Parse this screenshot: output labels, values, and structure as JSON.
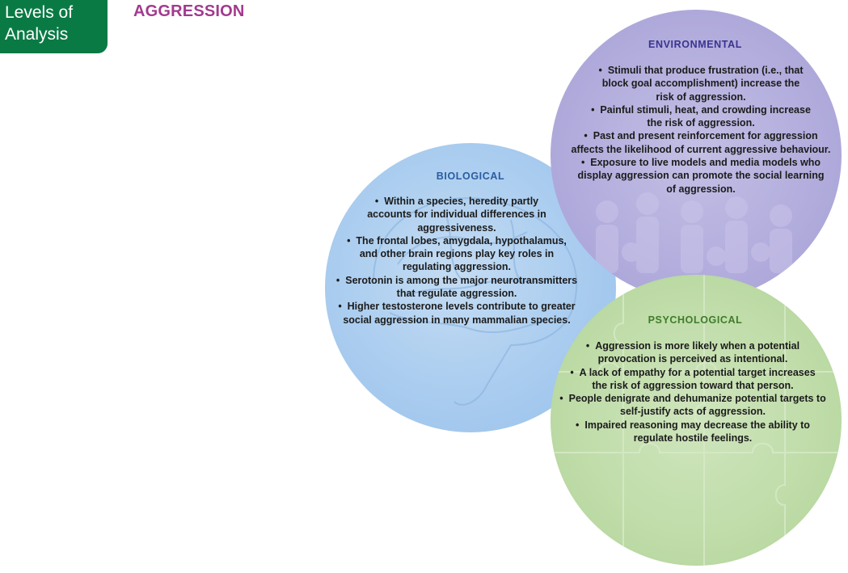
{
  "tab": {
    "line1": "Levels of",
    "line2": "Analysis"
  },
  "title": "AGGRESSION",
  "colors": {
    "tab_bg": "#0a7a45",
    "title": "#a23a8e",
    "biological_fill": "#a9ccef",
    "biological_heading": "#2a5d9f",
    "environmental_fill": "#b1acdc",
    "environmental_heading": "#3b3490",
    "psychological_fill": "#bfdca8",
    "psychological_heading": "#3e7d2a"
  },
  "sections": {
    "environmental": {
      "heading": "ENVIRONMENTAL",
      "bullets": [
        "Stimuli that produce frustration (i.e., that block goal accomplishment) increase the risk of aggression.",
        "Painful stimuli, heat, and crowding increase the risk of aggression.",
        "Past and present reinforcement for aggression affects the likelihood of current aggressive behaviour.",
        "Exposure to live models and media models who display aggression can promote the social learning of aggression."
      ]
    },
    "biological": {
      "heading": "BIOLOGICAL",
      "bullets": [
        "Within a species, heredity partly accounts for individual differences in aggressiveness.",
        "The frontal lobes, amygdala, hypothalamus, and other brain regions play key roles in regulating aggression.",
        "Serotonin is among the major neurotransmitters that regulate aggression.",
        "Higher testosterone levels contribute to greater social aggression in many mammalian species."
      ]
    },
    "psychological": {
      "heading": "PSYCHOLOGICAL",
      "bullets": [
        "Aggression is more likely when a potential provocation is perceived as intentional.",
        "A lack of empathy for a potential target increases the risk of aggression toward that person.",
        "People denigrate and dehumanize potential targets to self-justify acts of aggression.",
        "Impaired reasoning may decrease the ability to regulate hostile feelings."
      ]
    }
  }
}
